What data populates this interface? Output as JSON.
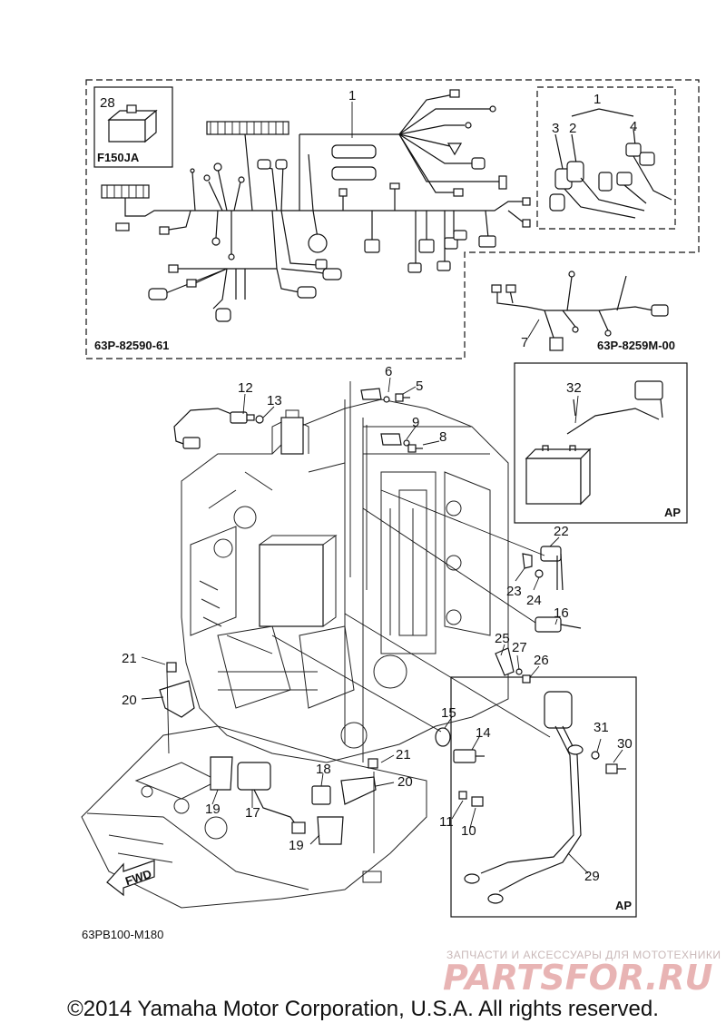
{
  "labels": {
    "p1": "1",
    "p1b": "1",
    "p2": "2",
    "p3": "3",
    "p4": "4",
    "p5": "5",
    "p6": "6",
    "p7": "7",
    "p8": "8",
    "p9": "9",
    "p10": "10",
    "p11": "11",
    "p12": "12",
    "p13": "13",
    "p14": "14",
    "p15": "15",
    "p16": "16",
    "p17": "17",
    "p18": "18",
    "p19a": "19",
    "p19b": "19",
    "p20a": "20",
    "p20b": "20",
    "p21a": "21",
    "p21b": "21",
    "p22": "22",
    "p23": "23",
    "p24": "24",
    "p25": "25",
    "p26": "26",
    "p27": "27",
    "p28": "28",
    "p29": "29",
    "p30": "30",
    "p31": "31",
    "p32": "32"
  },
  "codes": {
    "f150ja": "F150JA",
    "harness_main": "63P-82590-61",
    "harness_sub": "63P-8259M-00",
    "ap1": "AP",
    "ap2": "AP",
    "fwd": "FWD",
    "figure_ref": "63PB100-M180"
  },
  "watermark": {
    "line1": "ЗАПЧАСТИ И АКСЕССУАРЫ ДЛЯ МОТОТЕХНИКИ",
    "line2": "PARTSFOR.RU"
  },
  "copyright": "©2014 Yamaha Motor Corporation, U.S.A. All rights reserved."
}
